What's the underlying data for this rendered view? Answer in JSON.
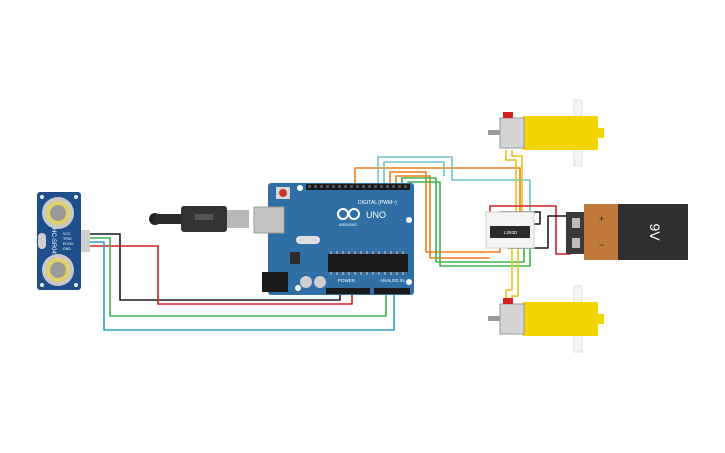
{
  "arduino": {
    "brand": "UNO",
    "sub": "ARDUINO",
    "digital_label": "DIGITAL (PWM~)",
    "power_label": "POWER",
    "analog_label": "ANALOG IN",
    "board_color": "#2f6fa6"
  },
  "sensor": {
    "model": "HC-SR04",
    "pins": [
      "VCC",
      "TRIG",
      "ECHO",
      "GND"
    ],
    "board_color": "#1f4e8c"
  },
  "driver": {
    "label": "L293D"
  },
  "battery": {
    "label": "9V",
    "plus_sign": "+",
    "minus_sign": "−"
  },
  "motors": [
    {
      "name": "motor-top"
    },
    {
      "name": "motor-bottom"
    }
  ],
  "wires": {
    "black": "#1a1a1a",
    "red": "#d32020",
    "green": "#3db34a",
    "blue": "#2aa0c8",
    "orange": "#ef7c1a",
    "yellow": "#e8c21c",
    "teal": "#6fc3c8"
  }
}
